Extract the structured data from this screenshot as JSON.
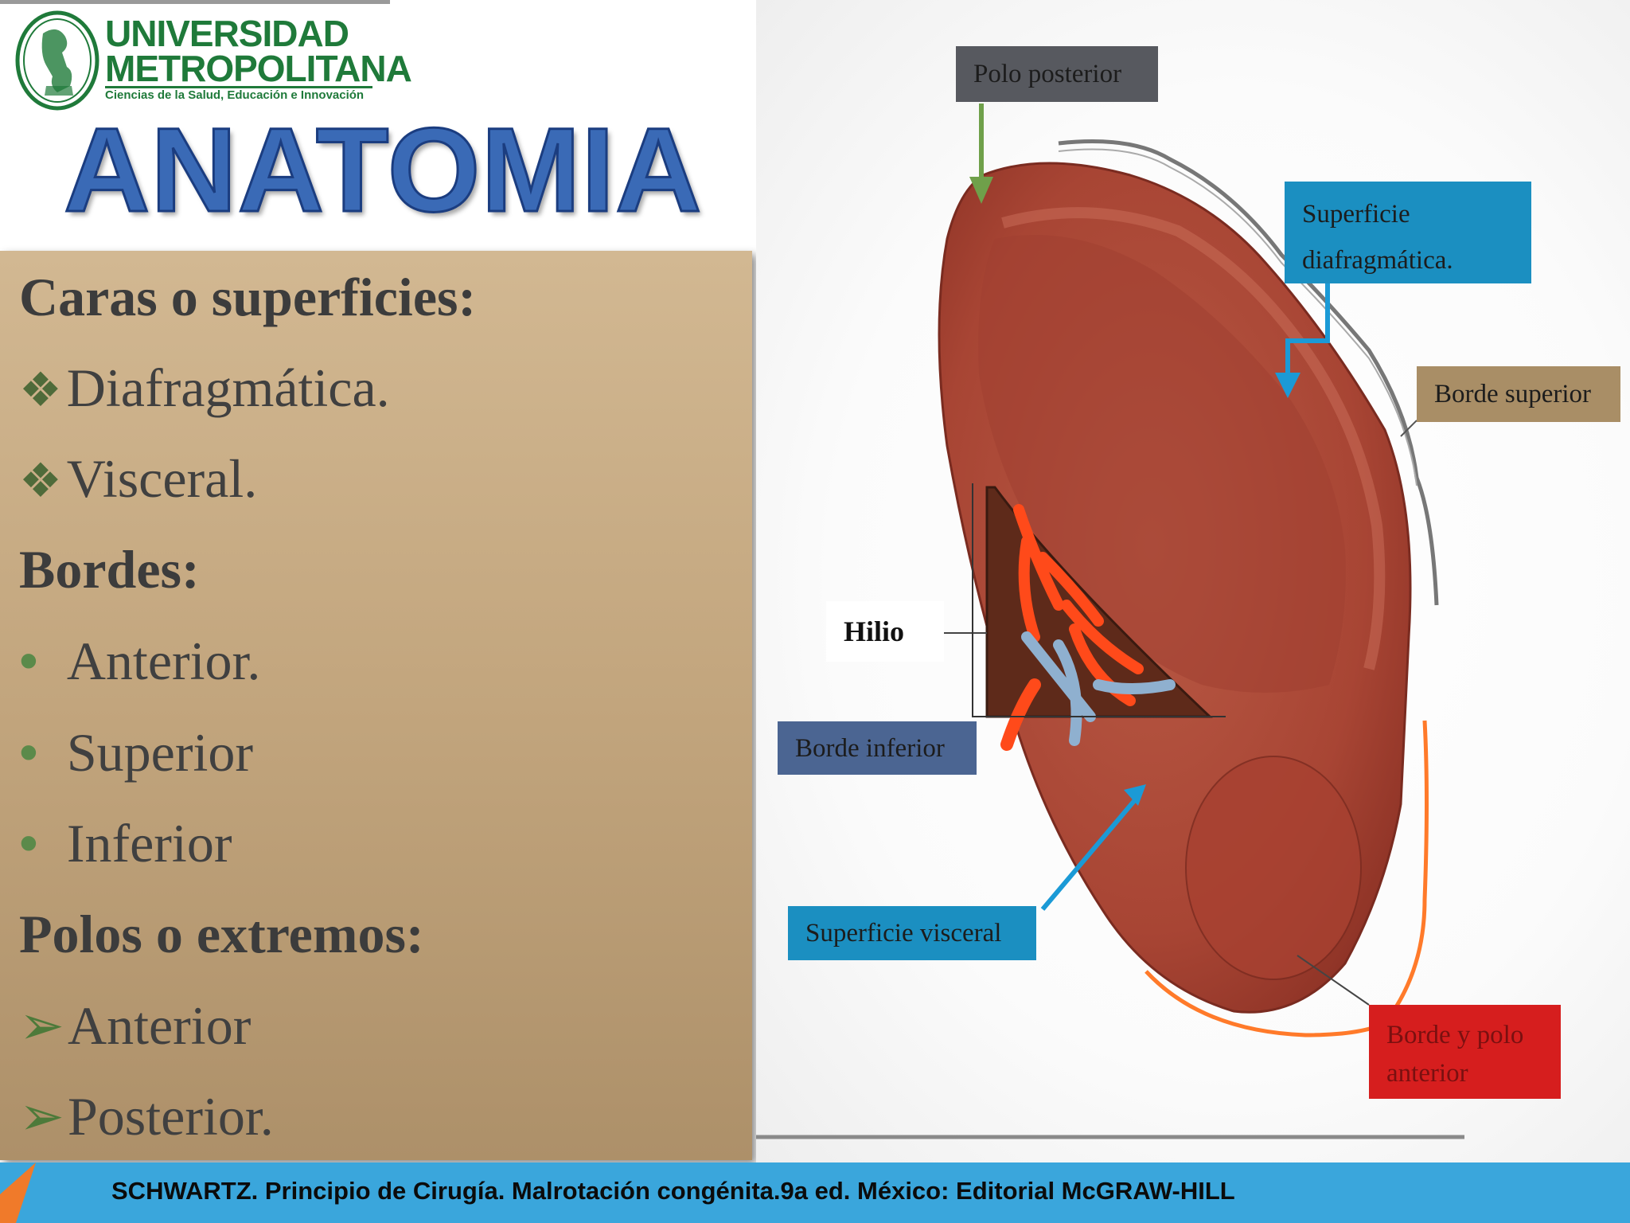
{
  "logo": {
    "line1": "UNIVERSIDAD",
    "line2": "METROPOLITANA",
    "tagline": "Ciencias de la Salud, Educación e Innovación",
    "color": "#1f7a3a"
  },
  "title": "ANATOMIA",
  "panel": {
    "sections": [
      {
        "heading": "Caras o superficies:",
        "bullet_style": "diamond-cluster",
        "items": [
          "Diafragmática.",
          "Visceral."
        ]
      },
      {
        "heading": "Bordes:",
        "bullet_style": "dot",
        "items": [
          "Anterior.",
          "Superior",
          "Inferior"
        ]
      },
      {
        "heading": "Polos o extremos:",
        "bullet_style": "arrowhead",
        "items": [
          "Anterior",
          "Posterior."
        ]
      }
    ]
  },
  "figure": {
    "labels": {
      "polo_posterior": "Polo posterior",
      "superficie_diafragmatica_1": "Superficie",
      "superficie_diafragmatica_2": "diafragmática.",
      "borde_superior": "Borde superior",
      "hilio": "Hilio",
      "borde_inferior": "Borde inferior",
      "superficie_visceral": "Superficie visceral",
      "borde_polo_anterior_1": "Borde y polo",
      "borde_polo_anterior_2": "anterior"
    },
    "colors": {
      "spleen": "#b04a3a",
      "artery": "#ff4a1a",
      "vein": "#8fb0cf",
      "blue_label": "#1b8fc1",
      "red_label": "#d61e1e"
    }
  },
  "footer": {
    "citation": "SCHWARTZ. Principio de Cirugía. Malrotación congénita.9a ed. México: Editorial McGRAW-HILL"
  }
}
